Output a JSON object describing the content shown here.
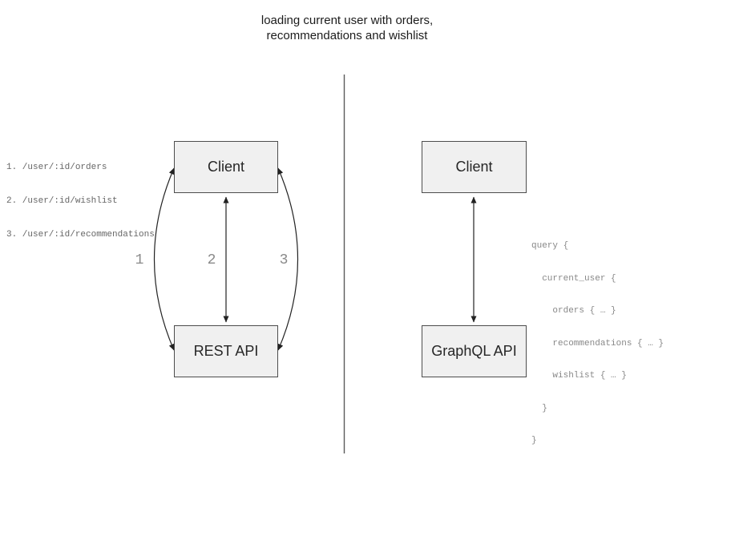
{
  "title": {
    "line1": "loading current user with orders,",
    "line2": "recommendations and wishlist"
  },
  "colors": {
    "box_fill": "#f0f0f0",
    "box_border": "#4d4d4d",
    "arrow": "#222222",
    "divider": "#5a5a5a",
    "endpoint_text": "#666666",
    "query_text": "#888888",
    "arrow_number_text": "#8a8a8a"
  },
  "rest_panel": {
    "endpoints": [
      "1. /user/:id/orders",
      "2. /user/:id/wishlist",
      "3. /user/:id/recommendations"
    ],
    "client_box_label": "Client",
    "api_box_label": "REST API",
    "arrow_labels": [
      "1",
      "2",
      "3"
    ]
  },
  "graphql_panel": {
    "client_box_label": "Client",
    "api_box_label": "GraphQL API",
    "query_lines": [
      "query {",
      "  current_user {",
      "    orders { … }",
      "    recommendations { … }",
      "    wishlist { … }",
      "  }",
      "}"
    ]
  }
}
